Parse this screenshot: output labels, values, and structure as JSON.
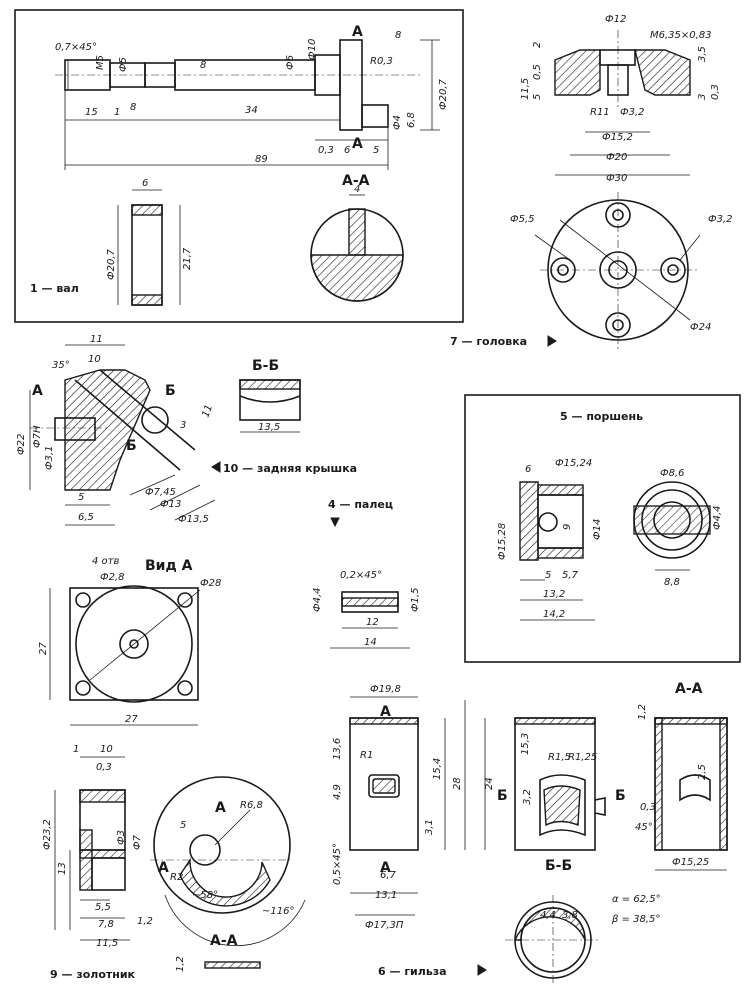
{
  "parts": {
    "p1": "1 — вал",
    "p4": "4 — палец",
    "p5": "5 — поршень",
    "p6": "6 — гильза",
    "p7": "7 — головка",
    "p9": "9 — золотник",
    "p10": "10 — задняя крышка"
  },
  "sections": {
    "aa": "А-А",
    "bb": "Б-Б",
    "view_a": "Вид А",
    "a": "А",
    "b": "Б"
  },
  "shaft": {
    "d_chamfer": "0,7×45°",
    "m5": "М5",
    "d5": "Ф5",
    "d6": "Ф6",
    "d10": "Ф10",
    "d207": "Ф20,7",
    "r03": "R0,3",
    "l15": "15",
    "l1": "1",
    "l8": "8",
    "l34": "34",
    "l89": "89",
    "l03": "0,3",
    "l6": "6",
    "l5": "5",
    "r8": "8",
    "d4": "Ф4",
    "h68": "6,8",
    "ring_w": "6",
    "ring_d": "Ф20,7",
    "ring_d2": "21,7",
    "sec_w": "4"
  },
  "head": {
    "d12": "Ф12",
    "thread": "М6,35×0,83",
    "v2": "2",
    "v115": "11,5",
    "v05": "0,5",
    "v5": "5",
    "v35": "3,5",
    "v3": "3",
    "v03": "0,3",
    "r11": "R11",
    "d32": "Ф3,2",
    "d152": "Ф15,2",
    "d20": "Ф20",
    "d30": "Ф30",
    "d55": "Ф5,5",
    "d32b": "Ф3,2",
    "d24": "Ф24"
  },
  "cover": {
    "w11": "11",
    "w10": "10",
    "ang": "35°",
    "d22": "Ф22",
    "d7h": "Ф7Н",
    "d31": "Ф3,1",
    "l5": "5",
    "l65": "6,5",
    "d745": "Ф7,45",
    "d13": "Ф13",
    "d135": "Ф13,5",
    "v11": "11",
    "v3": "3",
    "bb_w": "13,5"
  },
  "piston": {
    "w6": "6",
    "d1524": "Ф15,24",
    "d1528": "Ф15,28",
    "d14": "Ф14",
    "v9": "9",
    "l5": "5",
    "l57": "5,7",
    "l132": "13,2",
    "l142": "14,2",
    "d86": "Ф8,6",
    "d44": "Ф4,4",
    "l88": "8,8"
  },
  "pin": {
    "chamfer": "0,2×45°",
    "d44": "Ф4,4",
    "d15": "Ф1,5",
    "l12": "12",
    "l14": "14"
  },
  "plate": {
    "holes": "4 отв",
    "d28": "Ф2,8",
    "d28b": "Ф28",
    "h27": "27",
    "w27": "27"
  },
  "valve": {
    "l1": "1",
    "l10": "10",
    "l03": "0,3",
    "d232": "Ф23,2",
    "v13": "13",
    "d7": "Ф7",
    "d3": "Ф3",
    "l55": "5,5",
    "l78": "7,8",
    "l12": "1,2",
    "l115": "11,5",
    "r68": "R6,8",
    "r2": "R2",
    "a58": "~58°",
    "a116": "~116°",
    "v5": "5",
    "v12": "1,2"
  },
  "sleeve": {
    "d198": "Ф19,8",
    "v136": "13,6",
    "r1": "R1",
    "v49": "4,9",
    "chamfer": "0,5×45°",
    "v154": "15,4",
    "v28": "28",
    "v24": "24",
    "v31": "3,1",
    "l67": "6,7",
    "l131": "13,1",
    "d173": "Ф17,3П",
    "v153": "15,3",
    "r15": "R1,5",
    "r125": "R1,25",
    "v32": "3,2",
    "v12": "1,2",
    "v25": "2,5",
    "v03": "0,3",
    "a45": "45°",
    "d1525": "Ф15,25",
    "l44": "4,4",
    "l38": "3,8",
    "alpha": "α = 62,5°",
    "beta": "β = 38,5°"
  }
}
